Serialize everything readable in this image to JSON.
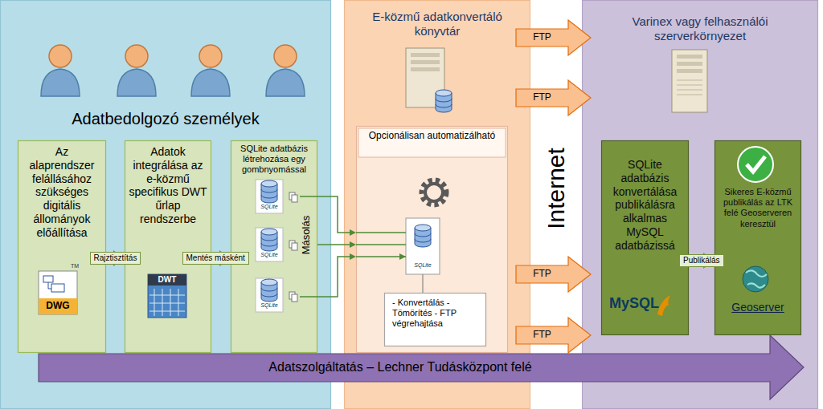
{
  "diagram": {
    "nodes": [
      {
        "text": [
          "Adatbedolgozó személyek"
        ]
      },
      {
        "text": [
          "E-közmű adatkonvertáló könyvtár"
        ]
      },
      {
        "text": [
          "Varinex vagy felhasználói szerverkörnyezet"
        ]
      },
      {
        "text": [
          "Az alaprendszer felállásához szükséges digitális állományok előállítása"
        ],
        "in": 0
      },
      {
        "text": [
          "Adatok integrálása az e-közmű specifikus DWT űrlap rendszerbe"
        ],
        "in": 0
      },
      {
        "text": [
          "SQLite adatbázis létrehozása egy gombnyomással",
          "Másolás"
        ],
        "in": 0
      },
      {
        "text": [
          "Opcionálisan automatizálható"
        ],
        "in": 1
      },
      {
        "text": [
          "- Konvertálás - Tömörítés - FTP végrehajtása"
        ],
        "in": 6
      },
      {
        "text": [
          "Internet"
        ]
      },
      {
        "text": [
          "SQLite adatbázis konvertálása publikálásra alkalmas MySQL adatbázissá"
        ],
        "in": 2
      },
      {
        "text": [
          "Sikeres E-közmű publikálás az LTK felé Geoserveren keresztül",
          "Geoserver"
        ],
        "in": 2
      },
      {
        "text": [
          "Adatszolgáltatás – Lechner Tudásközpont felé"
        ]
      },
      {
        "text": [
          "FTP"
        ]
      },
      {
        "text": [
          "FTP"
        ]
      },
      {
        "text": [
          "FTP"
        ]
      },
      {
        "text": [
          "FTP"
        ]
      }
    ],
    "edges": [
      {
        "from": 3,
        "to": 4,
        "label": "Rajztisztítás",
        "arrow": "to"
      },
      {
        "from": 4,
        "to": 5,
        "label": "Mentés másként",
        "arrow": "to"
      },
      {
        "from": 5,
        "to": 6,
        "arrow": "to"
      },
      {
        "from": 5,
        "to": 6,
        "arrow": "to"
      },
      {
        "from": 5,
        "to": 6,
        "arrow": "to"
      },
      {
        "from": 9,
        "to": 10,
        "label": "Publikálás",
        "arrow": "to"
      }
    ],
    "labels": [
      "TM",
      "DWG",
      "DWT",
      "SQLite",
      "SQLite",
      "SQLite",
      "SQLite",
      "MySQL"
    ]
  }
}
